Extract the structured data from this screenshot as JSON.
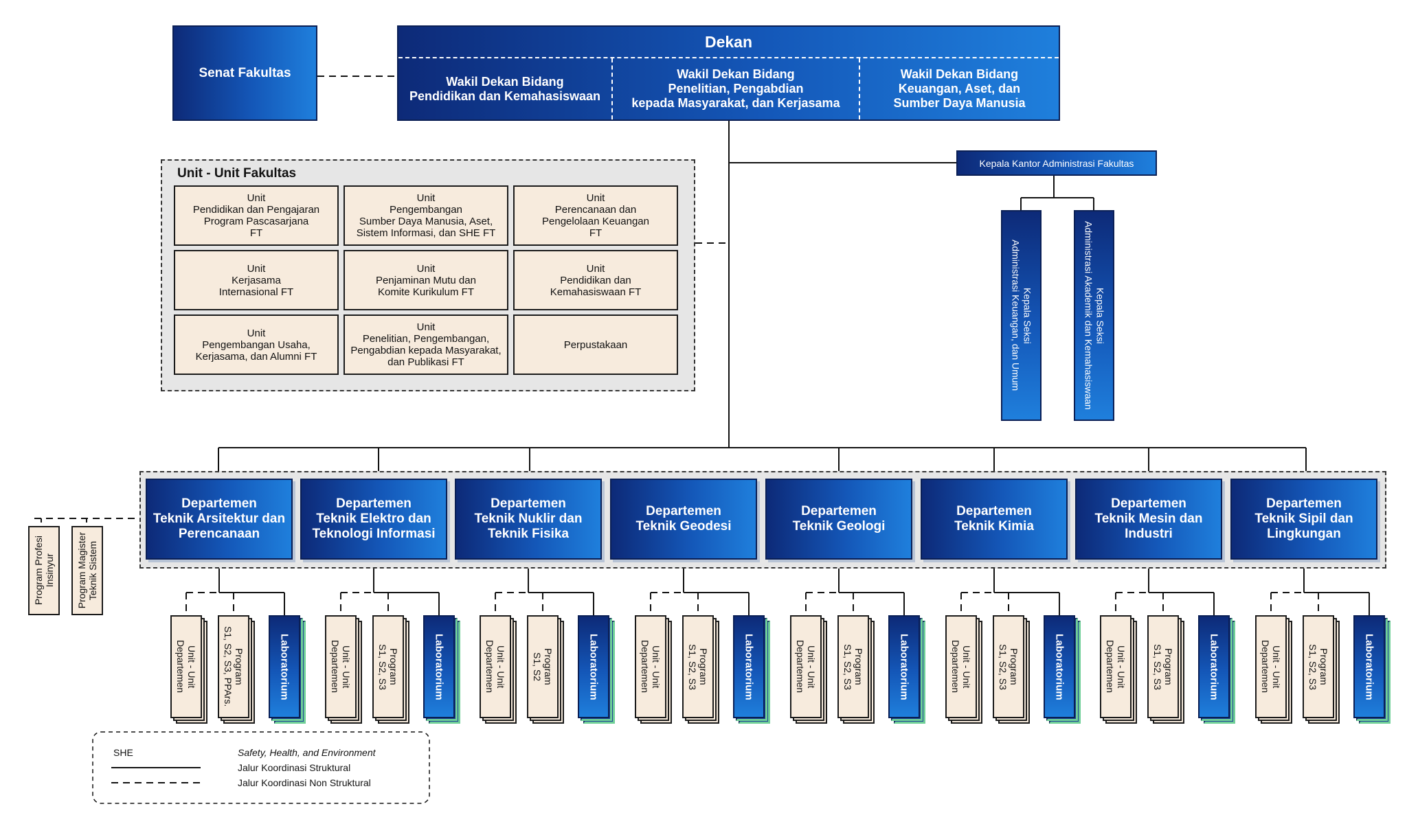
{
  "dekan": {
    "title": "Dekan",
    "wakil": [
      "Wakil Dekan Bidang\nPendidikan dan Kemahasiswaan",
      "Wakil Dekan Bidang\nPenelitian, Pengabdian\nkepada Masyarakat, dan Kerjasama",
      "Wakil Dekan Bidang\nKeuangan, Aset, dan\nSumber Daya Manusia"
    ]
  },
  "senat": "Senat Fakultas",
  "kepala_kantor": "Kepala Kantor Administrasi Fakultas",
  "seksi": [
    "Kepala Seksi\nAdministrasi Keuangan, dan Umum",
    "Kepala Seksi\nAdministrasi Akademik dan Kemahasiswaan"
  ],
  "unit_fakultas": {
    "title": "Unit - Unit Fakultas",
    "cells": [
      "Unit\nPendidikan dan Pengajaran\nProgram Pascasarjana\nFT",
      "Unit\nPengembangan\nSumber Daya Manusia, Aset,\nSistem Informasi, dan SHE FT",
      "Unit\nPerencanaan dan\nPengelolaan Keuangan\nFT",
      "Unit\nKerjasama\nInternasional FT",
      "Unit\nPenjaminan Mutu dan\nKomite Kurikulum FT",
      "Unit\nPendidikan dan\nKemahasiswaan FT",
      "Unit\nPengembangan Usaha,\nKerjasama, dan Alumni FT",
      "Unit\nPenelitian, Pengembangan,\nPengabdian kepada Masyarakat,\ndan Publikasi FT",
      "Perpustakaan"
    ]
  },
  "programs_side": [
    "Program Profesi\nInsinyur",
    "Program Magister\nTeknik Sistem"
  ],
  "departments": [
    {
      "name": "Departemen\nTeknik Arsitektur dan\nPerencanaan",
      "program": "Program\nS1, S2, S3, PPArs."
    },
    {
      "name": "Departemen\nTeknik Elektro dan\nTeknologi Informasi",
      "program": "Program\nS1, S2, S3"
    },
    {
      "name": "Departemen\nTeknik Nuklir dan\nTeknik Fisika",
      "program": "Program\nS1, S2"
    },
    {
      "name": "Departemen\nTeknik Geodesi",
      "program": "Program\nS1, S2, S3"
    },
    {
      "name": "Departemen\nTeknik Geologi",
      "program": "Program\nS1, S2, S3"
    },
    {
      "name": "Departemen\nTeknik Kimia",
      "program": "Program\nS1, S2, S3"
    },
    {
      "name": "Departemen\nTeknik Mesin dan\nIndustri",
      "program": "Program\nS1, S2, S3"
    },
    {
      "name": "Departemen\nTeknik Sipil dan\nLingkungan",
      "program": "Program\nS1, S2, S3"
    }
  ],
  "unit_departemen": "Unit - Unit\nDepartemen",
  "laboratorium": "Laboratorium",
  "legend": {
    "abbr": "SHE",
    "abbr_meaning": "Safety, Health, and Environment",
    "solid": "Jalur Koordinasi Struktural",
    "dashed": "Jalur Koordinasi Non Struktural"
  }
}
